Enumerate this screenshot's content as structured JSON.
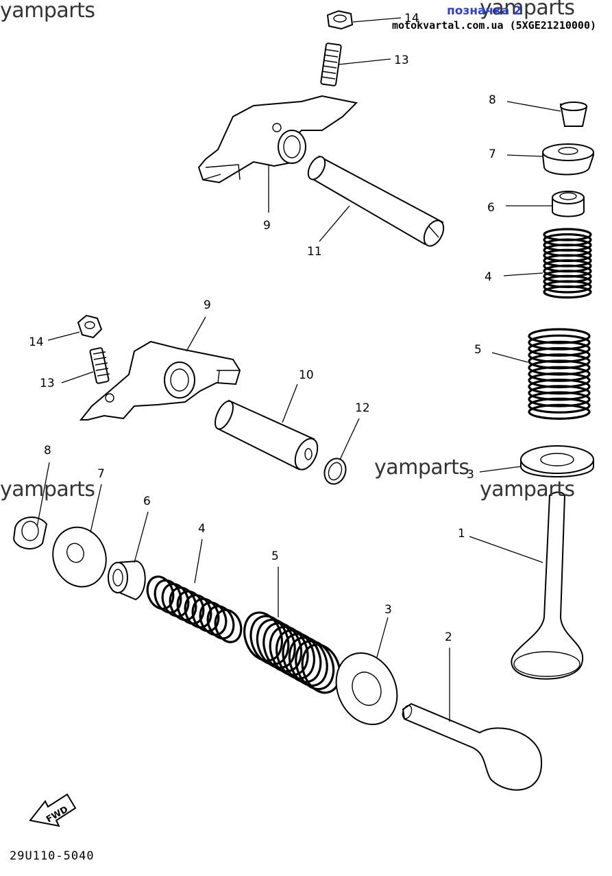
{
  "header": {
    "link_text": "позначка 2",
    "source_text": "motokvartal.com.ua (5XGE21210000)"
  },
  "watermarks": [
    "yamparts",
    "yamparts",
    "yamparts",
    "yamparts",
    "yamparts"
  ],
  "figure_code": "29U110-5040",
  "fwd_label": "FWD",
  "callouts": {
    "c1": "1",
    "c2": "2",
    "c3a": "3",
    "c3b": "3",
    "c4a": "4",
    "c4b": "4",
    "c5a": "5",
    "c5b": "5",
    "c6a": "6",
    "c6b": "6",
    "c7a": "7",
    "c7b": "7",
    "c8a": "8",
    "c8b": "8",
    "c9a": "9",
    "c9b": "9",
    "c10": "10",
    "c11": "11",
    "c12": "12",
    "c13a": "13",
    "c13b": "13",
    "c14a": "14",
    "c14b": "14"
  },
  "parts": [
    {
      "id": "valve",
      "icon": "valve-icon"
    },
    {
      "id": "valve-spring-seat",
      "icon": "washer-icon"
    },
    {
      "id": "inner-spring",
      "icon": "spring-icon"
    },
    {
      "id": "outer-spring",
      "icon": "spring-icon"
    },
    {
      "id": "valve-stem-seal",
      "icon": "seal-icon"
    },
    {
      "id": "spring-retainer",
      "icon": "retainer-icon"
    },
    {
      "id": "valve-cotter",
      "icon": "cotter-icon"
    },
    {
      "id": "rocker-arm",
      "icon": "rocker-arm-icon"
    },
    {
      "id": "rocker-shaft",
      "icon": "shaft-icon"
    },
    {
      "id": "o-ring",
      "icon": "o-ring-icon"
    },
    {
      "id": "adjusting-screw",
      "icon": "screw-icon"
    },
    {
      "id": "lock-nut",
      "icon": "nut-icon"
    }
  ]
}
